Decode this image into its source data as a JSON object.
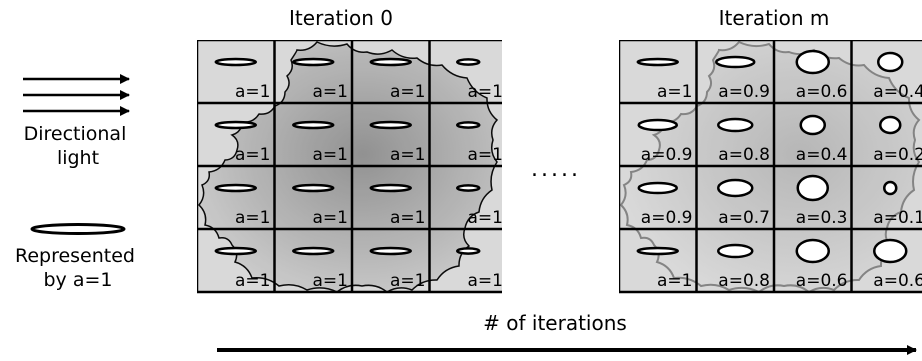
{
  "panels": [
    {
      "title": "Iteration 0",
      "labels": [
        [
          "a=1",
          "a=1",
          "a=1",
          "a=1"
        ],
        [
          "a=1",
          "a=1",
          "a=1",
          "a=1"
        ],
        [
          "a=1",
          "a=1",
          "a=1",
          "a=1"
        ],
        [
          "a=1",
          "a=1",
          "a=1",
          "a=1"
        ]
      ],
      "ellipse_shape": [
        [
          "flat",
          "flat",
          "flat",
          "flat-small"
        ],
        [
          "flat",
          "flat",
          "flat",
          "flat-small"
        ],
        [
          "flat",
          "flat",
          "flat",
          "flat-small"
        ],
        [
          "flat",
          "flat",
          "flat",
          "flat-small"
        ]
      ]
    },
    {
      "title": "Iteration m",
      "labels": [
        [
          "a=1",
          "a=0.9",
          "a=0.6",
          "a=0.4"
        ],
        [
          "a=0.9",
          "a=0.8",
          "a=0.4",
          "a=0.2"
        ],
        [
          "a=0.9",
          "a=0.7",
          "a=0.3",
          "a=0.1"
        ],
        [
          "a=1",
          "a=0.8",
          "a=0.6",
          "a=0.6"
        ]
      ],
      "alpha_values": [
        [
          1,
          0.9,
          0.6,
          0.4
        ],
        [
          0.9,
          0.8,
          0.4,
          0.2
        ],
        [
          0.9,
          0.7,
          0.3,
          0.1
        ],
        [
          1,
          0.8,
          0.6,
          0.6
        ]
      ]
    }
  ],
  "legend": {
    "light_label": "Directional\nlight",
    "represent_label": "Represented\nby a=1"
  },
  "ellipsis": ".....",
  "axis_label": "# of iterations",
  "colors": {
    "cell_fill": "#d9d9d9",
    "cloud_dark": "#9a9a9a",
    "cloud_light": "#d6d6d6",
    "grid_line": "#000000",
    "cloud_outline_m": "#808080"
  }
}
